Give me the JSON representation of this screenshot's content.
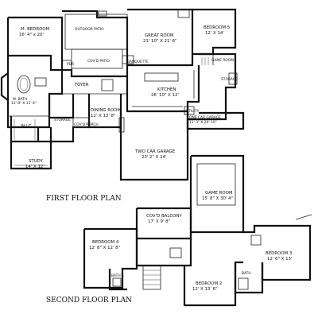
{
  "titles": {
    "first_floor": "FIRST FLOOR PLAN",
    "second_floor": "SECOND FLOOR PLAN"
  },
  "first_floor": {
    "m_bedroom": {
      "name": "M. BEDROOM",
      "dims": "16' 4\" x 20'"
    },
    "outdoor_patio": {
      "name": "OUTDOOR PATIO"
    },
    "covd_patio": {
      "name": "COV'D PATIO"
    },
    "great_room": {
      "name": "GREAT ROOM",
      "dims": "21' 10\" X 21' 6\""
    },
    "bedroom5": {
      "name": "BEDROOM 5",
      "dims": "12' X 14'"
    },
    "game_room_1f": {
      "name": "GAME ROOM"
    },
    "kitchen": {
      "name": "KITCHEN",
      "dims": "26' 10\" X 12'"
    },
    "banquette": {
      "name": "BANQUETTE"
    },
    "pdr": {
      "name": "PDR"
    },
    "foyer": {
      "name": "FOYER"
    },
    "m_bath": {
      "name": "M. BATH",
      "dims": "13' 8\" X 11' 6\""
    },
    "dining_room": {
      "name": "DINING ROOM",
      "dims": "12' X 13' 8\""
    },
    "storage": {
      "name": "STORAGE"
    },
    "covd_porch": {
      "name": "COV'D PORCH"
    },
    "storage_right": {
      "name": "STORAGE"
    },
    "utility": {
      "name": "UTILITY"
    },
    "one_car_garage": {
      "name": "ONE CAR GARAGE",
      "dims": "11' 3\" X 20' 10\""
    },
    "wic": {
      "name": "W.I.C."
    },
    "study": {
      "name": "STUDY",
      "dims": "14' X 12'"
    },
    "two_car_garage": {
      "name": "TWO CAR GARAGE",
      "dims": "23' 2\" X 24'"
    }
  },
  "second_floor": {
    "game_room": {
      "name": "GAME ROOM",
      "dims": "15' 8\" X 30' 4\""
    },
    "covd_balcony": {
      "name": "COV'D BALCONY",
      "dims": "17' X 9' 8\""
    },
    "bedroom4": {
      "name": "BEDROOM 4",
      "dims": "12' 8\" X 12' 8\""
    },
    "bath4": {
      "name": "BATH 4"
    },
    "bedroom3": {
      "name": "BEDROOM 3",
      "dims": "12' 6\" X 13'"
    },
    "bedroom2": {
      "name": "BEDROOM 2",
      "dims": "12' X 13' 6\""
    },
    "bath": {
      "name": "BATH"
    }
  }
}
